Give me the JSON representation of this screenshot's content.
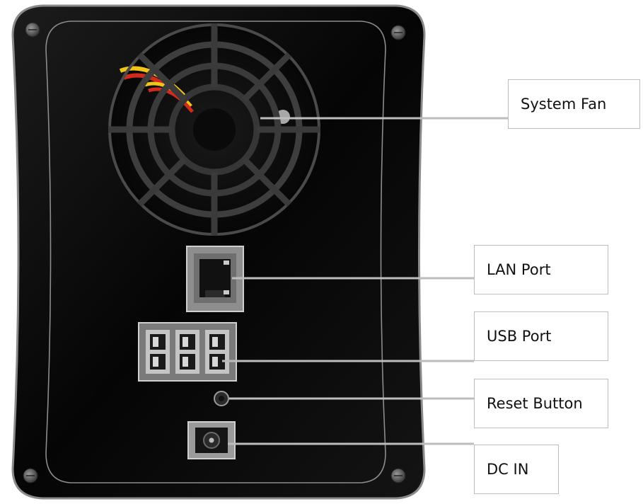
{
  "callouts": {
    "system_fan": "System Fan",
    "lan_port": "LAN Port",
    "usb_port": "USB Port",
    "reset_button": "Reset Button",
    "dc_in": "DC IN"
  },
  "colors": {
    "enclosure": "#0b0b0b",
    "enclosure_edge": "#9a9a9a",
    "leader_line": "#bdbdbd",
    "callout_border": "#bdbdbd",
    "port_metal": "#b8b8b8",
    "fan_wire_red": "#d42a1e",
    "fan_wire_yellow": "#f0c419"
  }
}
